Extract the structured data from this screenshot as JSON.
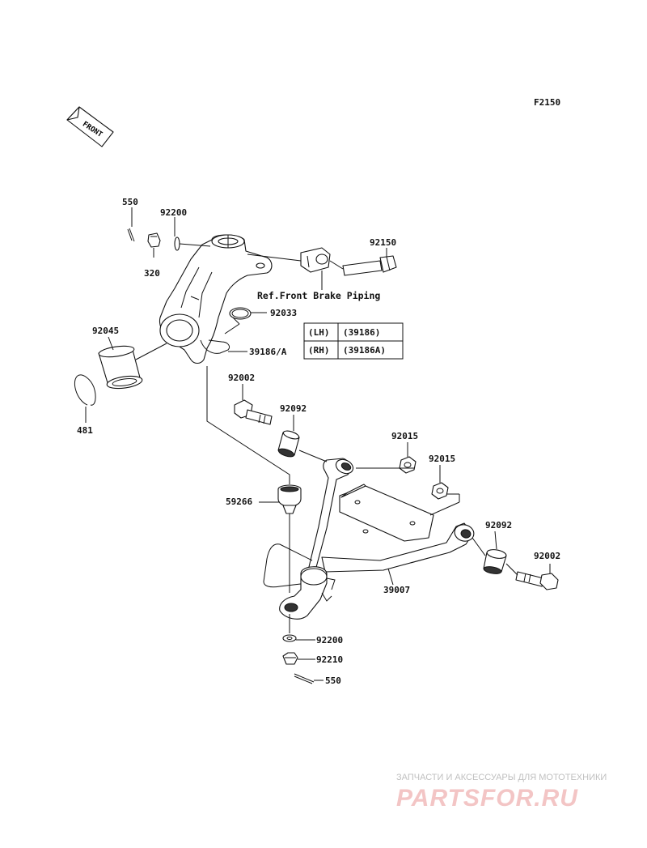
{
  "figure_code": "F2150",
  "front_marker": "FRONT",
  "reference_note": "Ref.Front Brake Piping",
  "knuckle_table": {
    "rows": [
      {
        "side": "(LH)",
        "part": "(39186)"
      },
      {
        "side": "(RH)",
        "part": "(39186A)"
      }
    ]
  },
  "part_labels": {
    "p550_top": "550",
    "p92200_top": "92200",
    "p320": "320",
    "p92150": "92150",
    "p92033": "92033",
    "p92045": "92045",
    "p39186": "39186/A",
    "p481": "481",
    "p92002_top": "92002",
    "p92092_left": "92092",
    "p92015_a": "92015",
    "p92015_b": "92015",
    "p59266": "59266",
    "p92092_right": "92092",
    "p92002_right": "92002",
    "p39007": "39007",
    "p92200_bottom": "92200",
    "p92210": "92210",
    "p550_bottom": "550"
  },
  "watermark": {
    "tagline": "ЗАПЧАСТИ И АКСЕССУАРЫ ДЛЯ МОТОТЕХНИКИ",
    "brand": "PARTSFOR.RU"
  }
}
